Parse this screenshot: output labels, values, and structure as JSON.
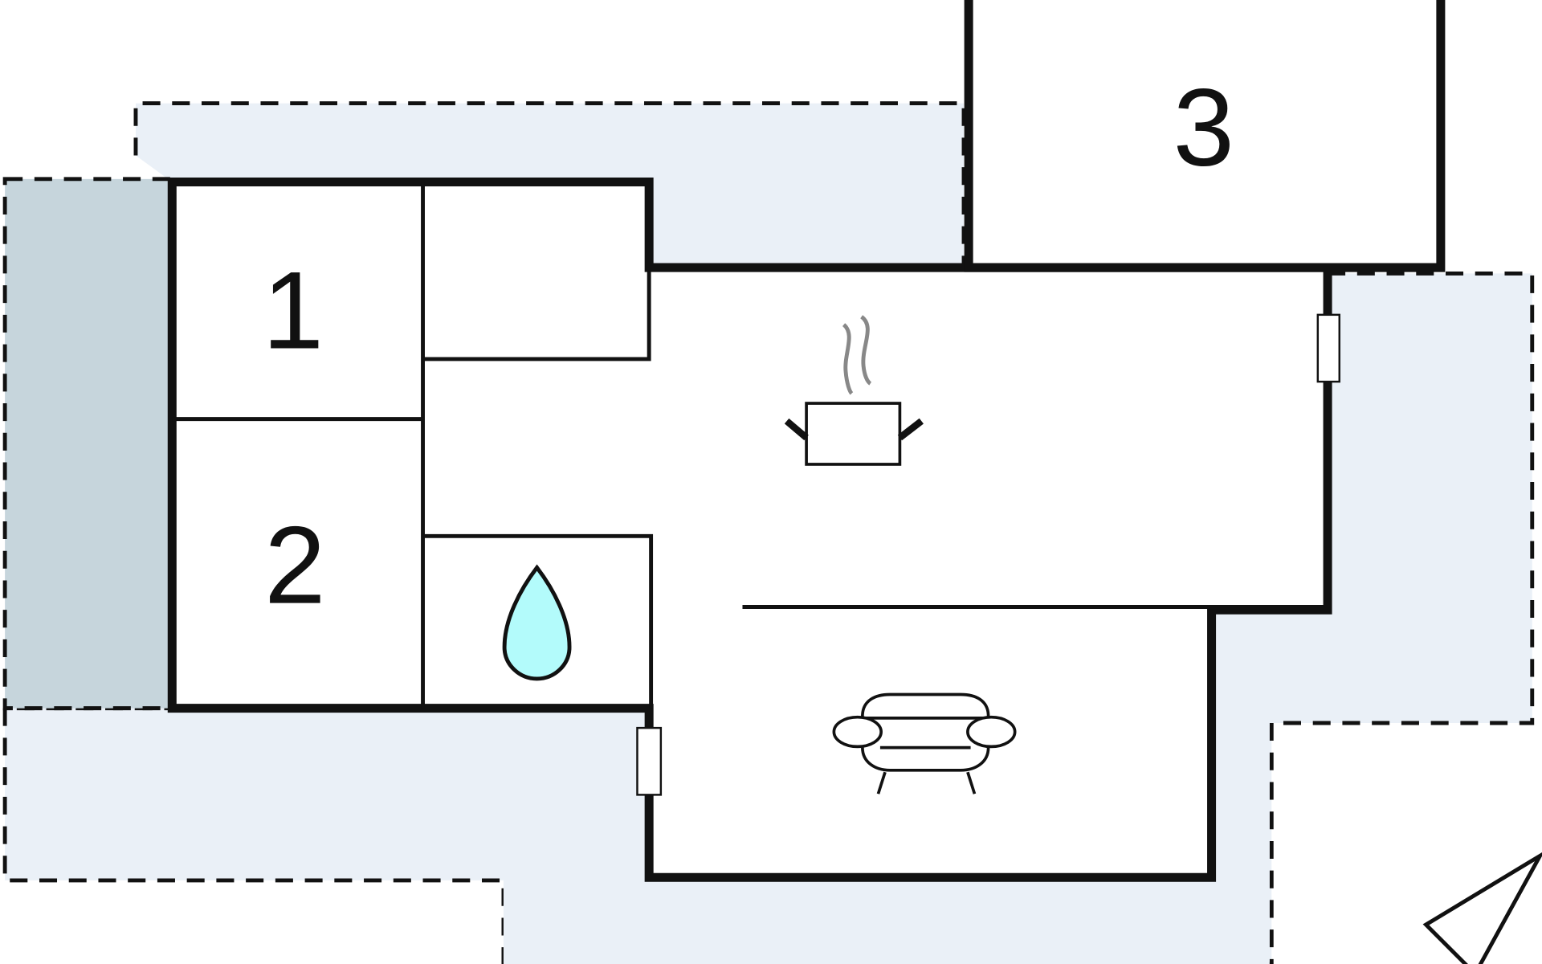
{
  "floorplan": {
    "rooms": [
      {
        "label": "1",
        "type": "bedroom"
      },
      {
        "label": "2",
        "type": "bedroom"
      },
      {
        "label": "3",
        "type": "bedroom"
      }
    ],
    "icons": [
      "kitchen-pot-icon",
      "bathroom-drop-icon",
      "living-sofa-icon",
      "north-arrow-icon"
    ],
    "colors": {
      "terrace": "#eaf0f7",
      "covered_area": "#c6d5dc",
      "water": "#b3fbfb",
      "wall": "#111111"
    }
  }
}
